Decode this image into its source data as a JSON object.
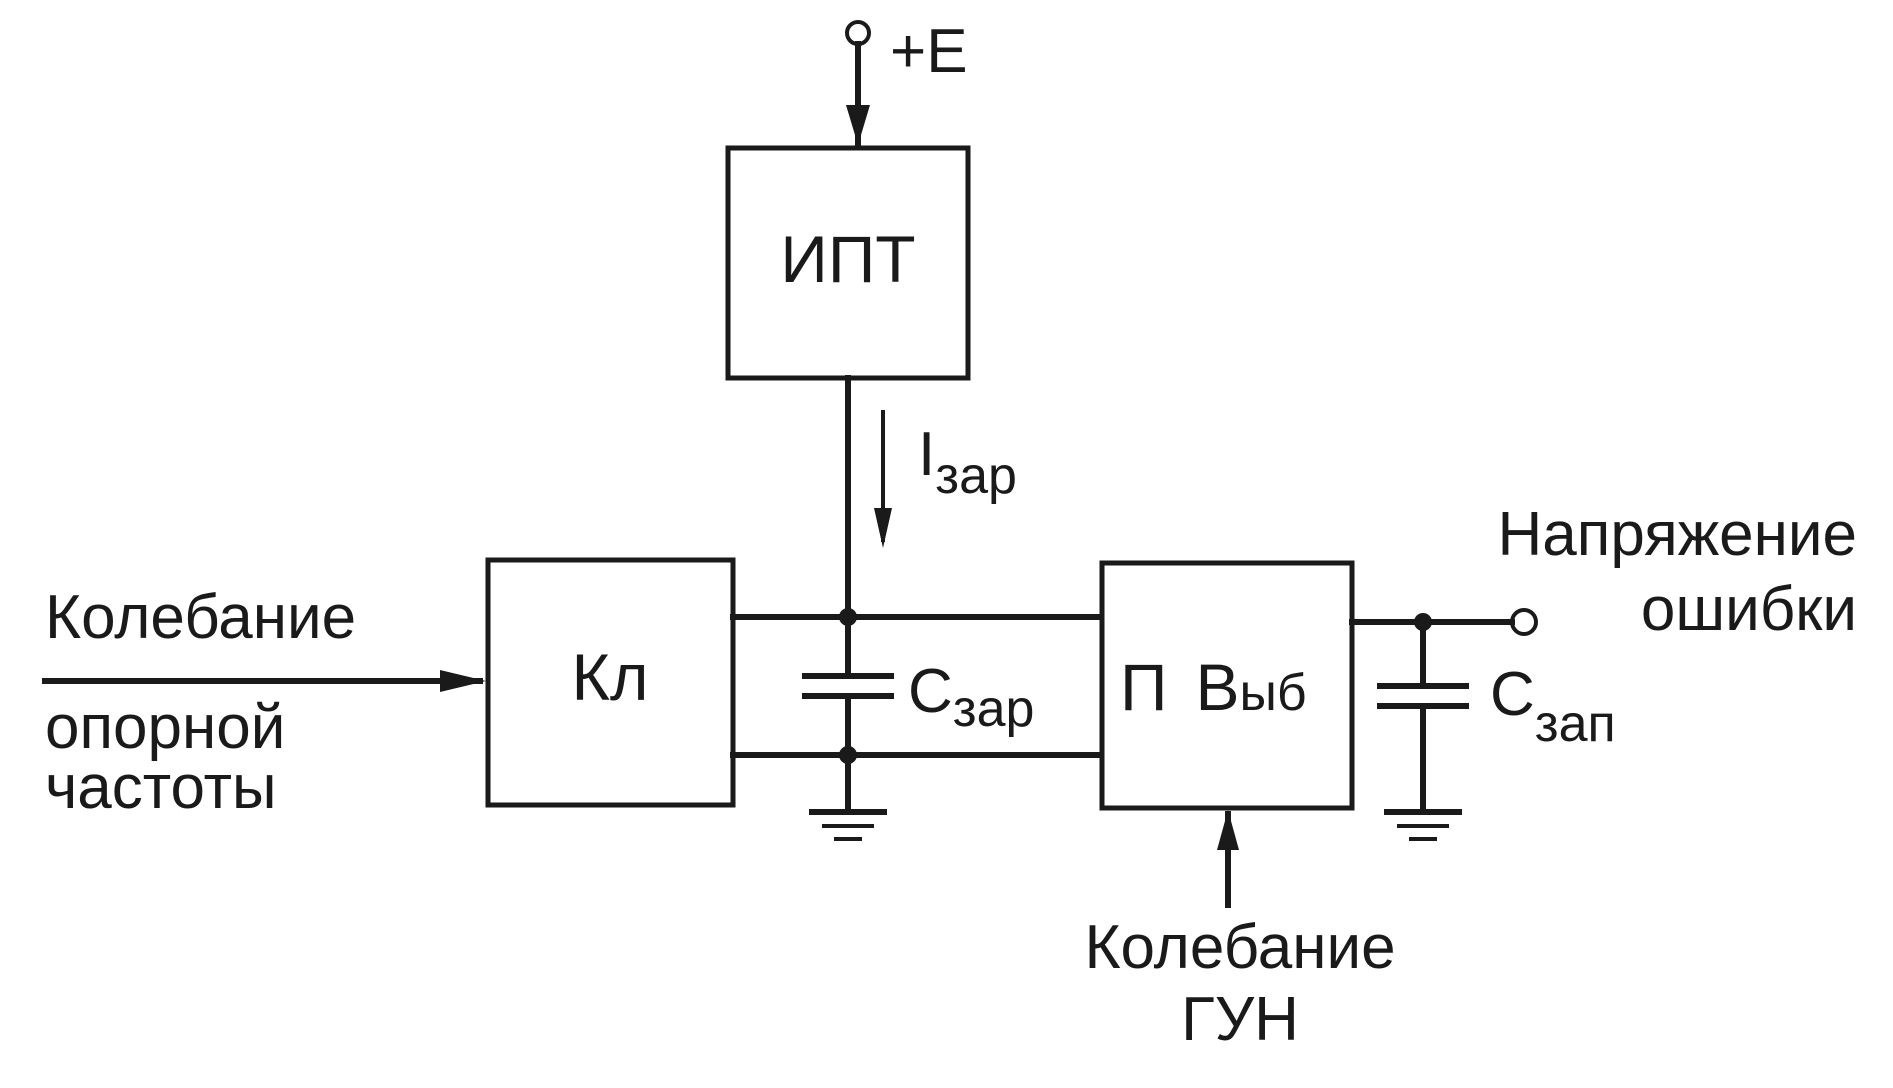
{
  "supply_label": "+E",
  "blocks": {
    "ipt": "ИПТ",
    "kl": "Кл",
    "sh_main": "П",
    "sh_b": "В",
    "sh_sub": "ыб"
  },
  "current": {
    "main": "I",
    "sub": "зар"
  },
  "cap_charge": {
    "main": "С",
    "sub": "зар"
  },
  "cap_store": {
    "main": "С",
    "sub": "зап"
  },
  "input_ref": {
    "line1": "Колебание",
    "line2": "опорной",
    "line3": "частоты"
  },
  "input_vco": {
    "line1": "Колебание",
    "line2": "ГУН"
  },
  "output": {
    "line1": "Напряжение",
    "line2": "ошибки"
  }
}
